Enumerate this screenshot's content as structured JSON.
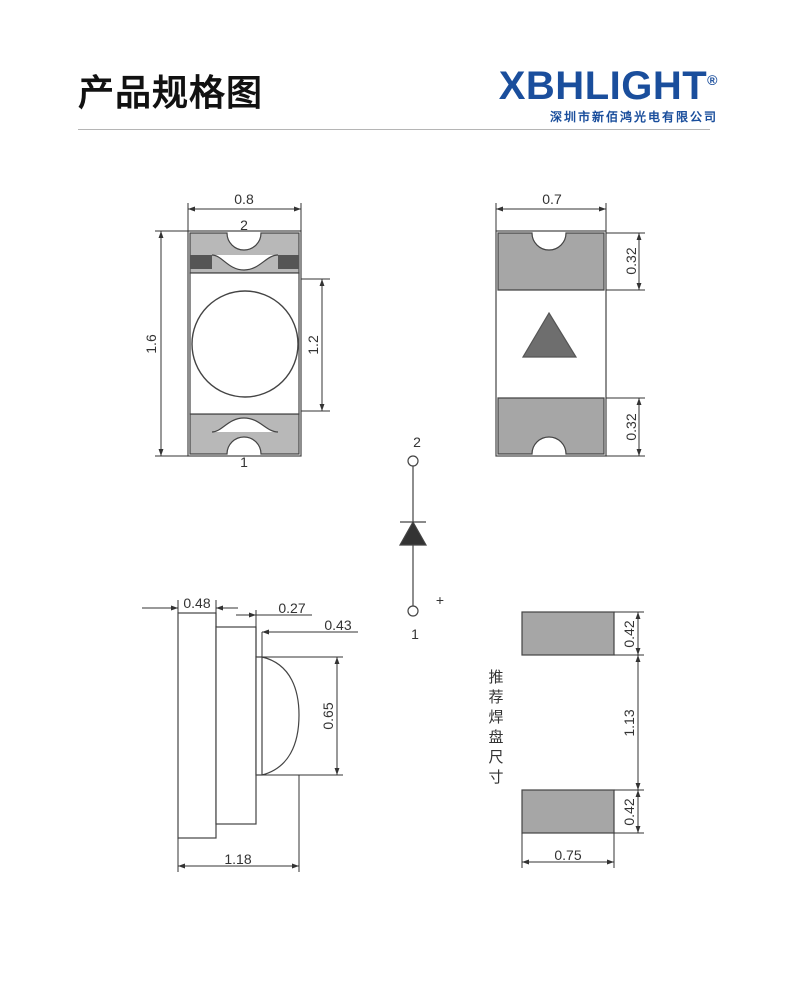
{
  "header": {
    "title": "产品规格图",
    "brand_name": "XBHLIGHT",
    "brand_reg": "®",
    "brand_subtitle": "深圳市新佰鸿光电有限公司"
  },
  "dimensions": {
    "top_view_width": "0.8",
    "top_view_length": "1.6",
    "lens_diameter": "1.2",
    "bottom_view_width": "0.7",
    "bottom_pad_top": "0.32",
    "bottom_pad_bottom": "0.32",
    "side_body": "0.48",
    "side_dome_offset": "0.27",
    "side_dome_depth": "0.43",
    "side_dome_height": "0.65",
    "side_total": "1.18",
    "pad_top_height": "0.42",
    "pad_gap": "1.13",
    "pad_bottom_height": "0.42",
    "pad_width": "0.75"
  },
  "pins": {
    "top_view_pin2": "2",
    "top_view_pin1": "1",
    "symbol_anode_num": "2",
    "symbol_cathode_num": "1",
    "symbol_plus": "+"
  },
  "labels": {
    "recommended_pad": [
      "推",
      "荐",
      "焊",
      "盘",
      "尺",
      "寸"
    ]
  },
  "colors": {
    "brand": "#1a4e9c",
    "outline": "#444444",
    "pad_fill": "#a6a6a6",
    "dark_pad": "#5a5a5a",
    "triangle": "#6e6e6e"
  }
}
